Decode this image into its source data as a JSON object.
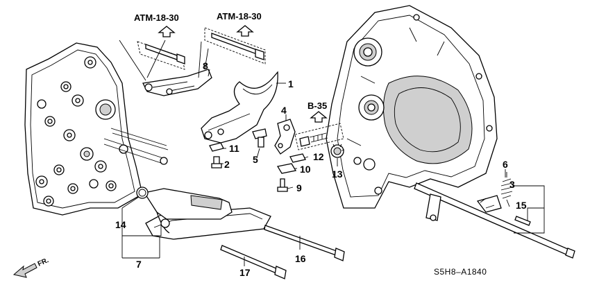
{
  "references": {
    "atm_left": "ATM-18-30",
    "atm_right": "ATM-18-30",
    "b35": "B-35"
  },
  "callouts": {
    "c1": "1",
    "c2": "2",
    "c3": "3",
    "c4": "4",
    "c5": "5",
    "c6": "6",
    "c7": "7",
    "c8": "8",
    "c9": "9",
    "c10": "10",
    "c11": "11",
    "c12": "12",
    "c13": "13",
    "c14": "14",
    "c15": "15",
    "c16": "16",
    "c17": "17"
  },
  "direction_label": "FR.",
  "diagram_code": "S5H8–A1840"
}
